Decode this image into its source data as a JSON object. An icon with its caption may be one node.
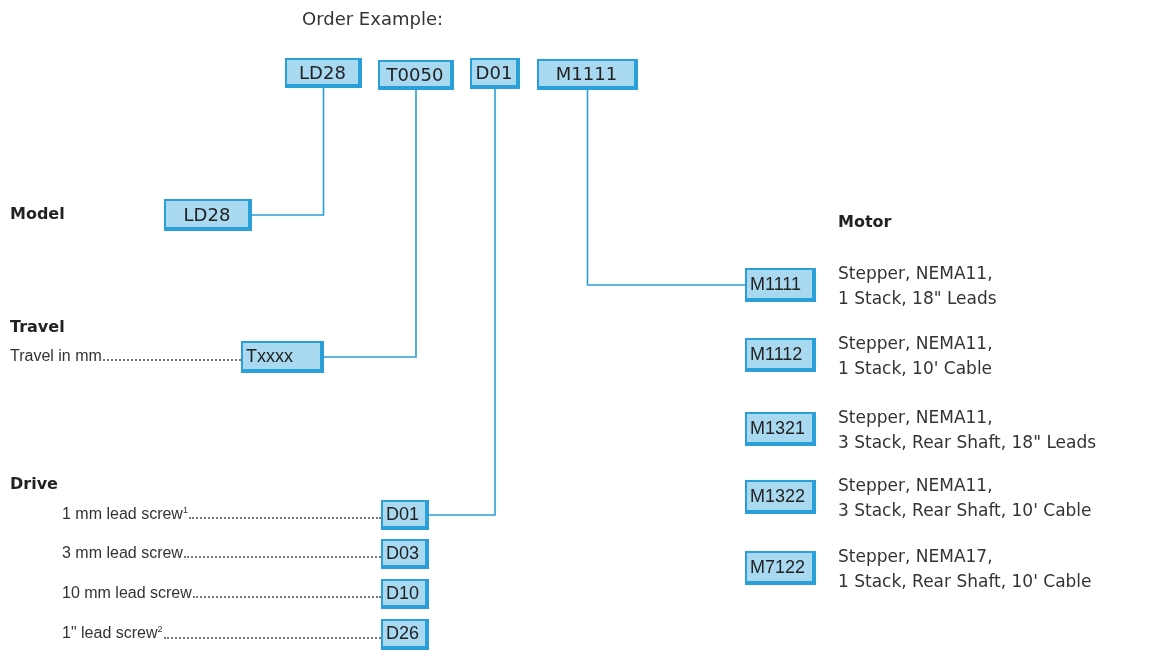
{
  "diagram": {
    "title": "Order Example:",
    "nodes": [
      {
        "text": [
          "LD28"
        ]
      },
      {
        "text": [
          "T0050"
        ]
      },
      {
        "text": [
          "D01"
        ]
      },
      {
        "text": [
          "M1111"
        ]
      },
      {
        "text": [
          "LD28"
        ]
      },
      {
        "text": [
          "Txxxx"
        ]
      },
      {
        "text": [
          "D01"
        ]
      },
      {
        "text": [
          "D03"
        ]
      },
      {
        "text": [
          "D10"
        ]
      },
      {
        "text": [
          "D26"
        ]
      },
      {
        "text": [
          "M1111"
        ],
        "beside": [
          "Stepper, NEMA11,",
          "1 Stack, 18\" Leads"
        ]
      },
      {
        "text": [
          "M1112"
        ],
        "beside": [
          "Stepper, NEMA11,",
          "1 Stack, 10' Cable"
        ]
      },
      {
        "text": [
          "M1321"
        ],
        "beside": [
          "Stepper, NEMA11,",
          "3 Stack, Rear Shaft, 18\" Leads"
        ]
      },
      {
        "text": [
          "M1322"
        ],
        "beside": [
          "Stepper, NEMA11,",
          "3 Stack, Rear Shaft, 10' Cable"
        ]
      },
      {
        "text": [
          "M7122"
        ],
        "beside": [
          "Stepper, NEMA17,",
          "1 Stack, Rear Shaft, 10' Cable"
        ]
      }
    ],
    "edges": [
      {
        "from": 0,
        "to": 4,
        "arrow": "none"
      },
      {
        "from": 1,
        "to": 5,
        "arrow": "none"
      },
      {
        "from": 2,
        "to": 6,
        "arrow": "none"
      },
      {
        "from": 3,
        "to": 10,
        "arrow": "none"
      }
    ],
    "labels": [
      "Model",
      "Motor",
      "Travel",
      "Travel in mm",
      "Drive",
      "1 mm lead screw$^{1}$",
      "3 mm lead screw",
      "10 mm lead screw",
      "1\" lead screw$^{2}$"
    ]
  }
}
